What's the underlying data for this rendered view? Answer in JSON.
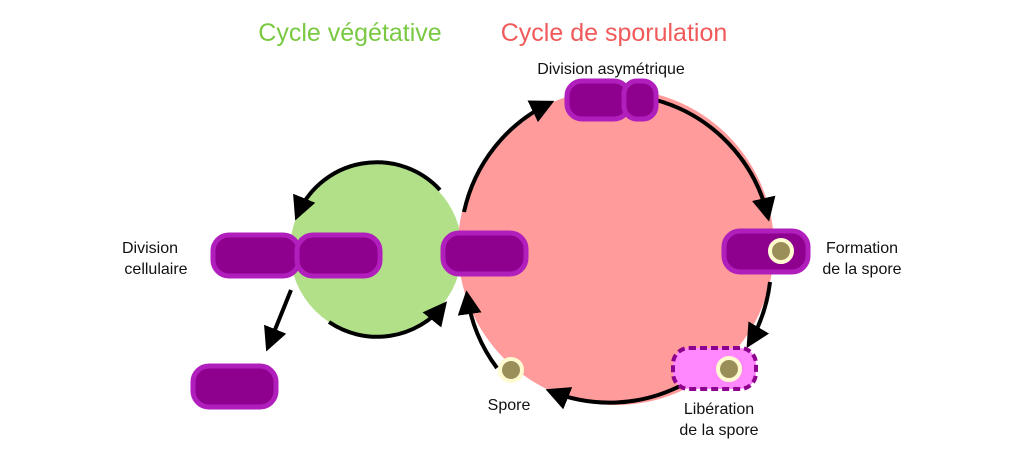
{
  "titles": {
    "vegetative": "Cycle végétative",
    "sporulation": "Cycle de sporulation"
  },
  "labels": {
    "asymmetric_division": "Division asymétrique",
    "cell_division_line1": "Division",
    "cell_division_line2": "cellulaire",
    "spore_formation_line1": "Formation",
    "spore_formation_line2": "de la spore",
    "spore_release_line1": "Libération",
    "spore_release_line2": "de la spore",
    "spore": "Spore"
  },
  "colors": {
    "vegetative_title": "#7ac943",
    "sporulation_title": "#f05a5a",
    "vegetative_circle": "#b1e089",
    "sporulation_circle": "#ff9b9b",
    "cell_outline": "#b01ebc",
    "cell_fill": "#8e008e",
    "released_cell_fill": "#ff88ff",
    "spore_core": "#9b8f59",
    "spore_ring": "#fffbd0",
    "arrow": "#000000"
  }
}
